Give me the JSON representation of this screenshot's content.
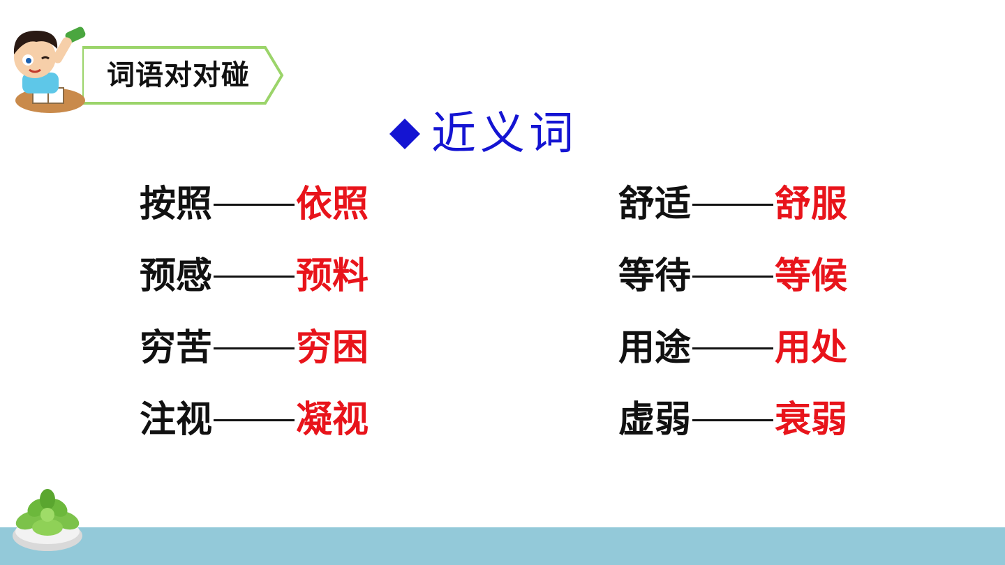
{
  "header": {
    "tag_label": "词语对对碰"
  },
  "section": {
    "bullet_icon": "diamond-icon",
    "title": "近义词"
  },
  "pairs": {
    "left": [
      {
        "word": "按照",
        "synonym": "依照"
      },
      {
        "word": "预感",
        "synonym": "预料"
      },
      {
        "word": "穷苦",
        "synonym": "穷困"
      },
      {
        "word": "注视",
        "synonym": "凝视"
      }
    ],
    "right": [
      {
        "word": "舒适",
        "synonym": "舒服"
      },
      {
        "word": "等待",
        "synonym": "等候"
      },
      {
        "word": "用途",
        "synonym": "用处"
      },
      {
        "word": "虚弱",
        "synonym": "衰弱"
      }
    ]
  },
  "colors": {
    "title_blue": "#1414d2",
    "synonym_red": "#e8141b",
    "tag_border_green": "#9bd46a",
    "footer_blue": "#93c9d9"
  }
}
